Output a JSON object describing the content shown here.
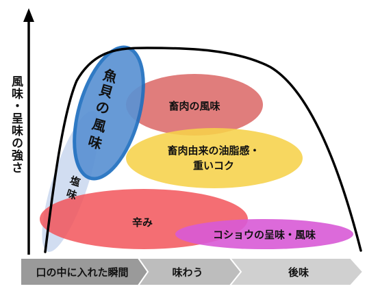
{
  "y_axis_label": "風味・呈味の強さ",
  "phases": [
    {
      "label": "口の中に入れた瞬間"
    },
    {
      "label": "味わう"
    },
    {
      "label": "後味"
    }
  ],
  "regions": {
    "seafood": {
      "chars": [
        "魚",
        "貝",
        "の",
        "風",
        "味"
      ],
      "color": "#1f6fc0"
    },
    "salt": {
      "chars": [
        "塩",
        "味"
      ]
    },
    "meat": {
      "label": "畜肉の風味",
      "color": "#d9605f"
    },
    "fat": {
      "line1": "畜肉由来の油脂感・",
      "line2": "重いコク",
      "color": "#f6d24a"
    },
    "spicy": {
      "label": "辛み",
      "color": "#f2555a"
    },
    "pepper": {
      "label": "コショウの呈味・風味",
      "color": "#d85ad6"
    }
  }
}
